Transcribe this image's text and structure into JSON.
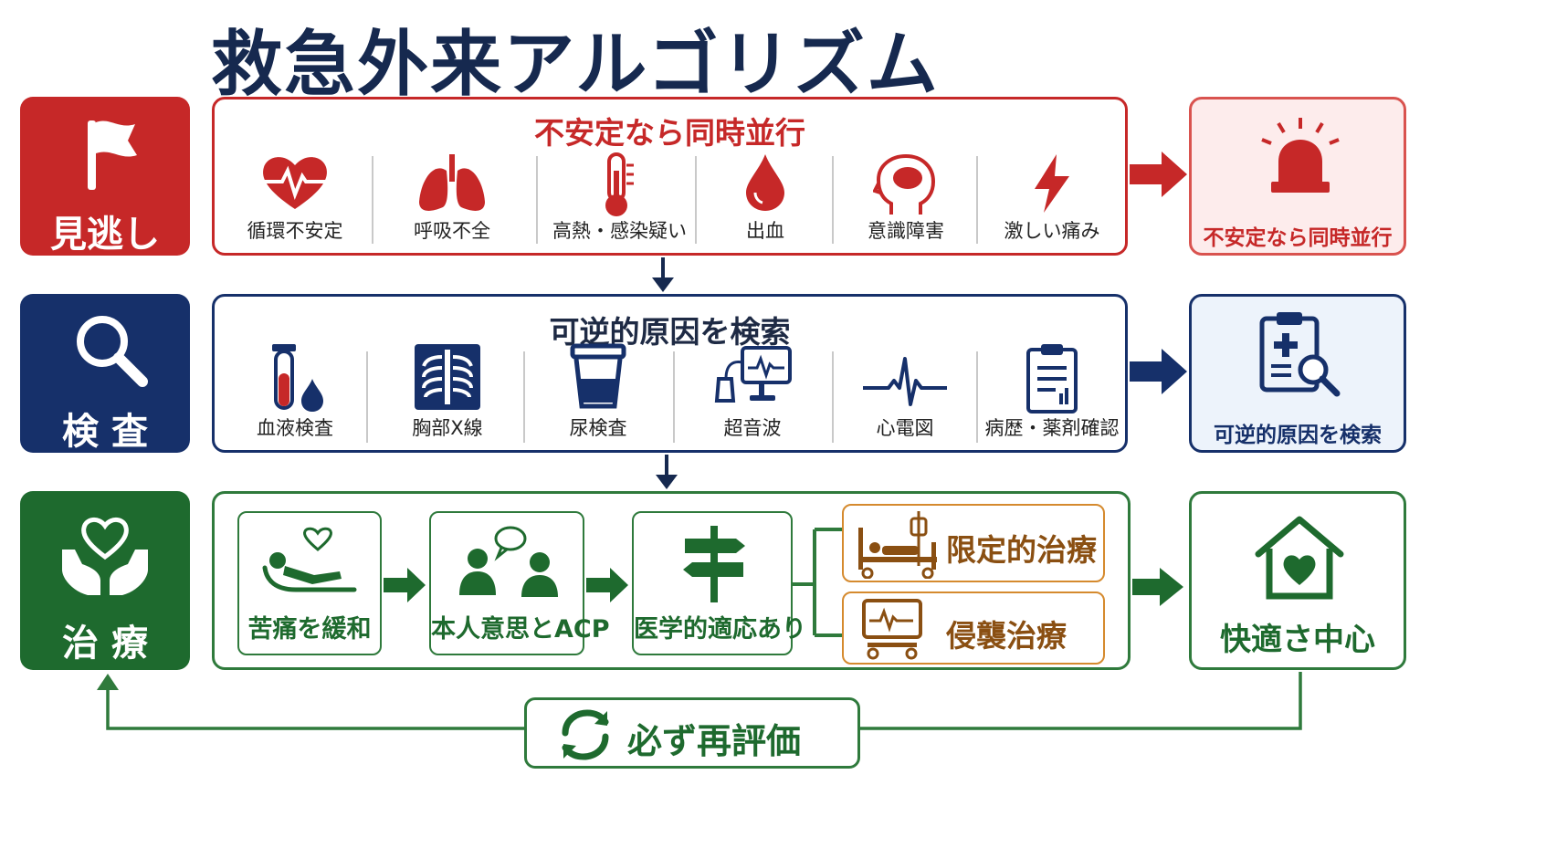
{
  "title": "救急外来アルゴリズム",
  "colors": {
    "red": "#c62828",
    "navy": "#16306a",
    "green": "#1e6a2e",
    "orange": "#d58a2e",
    "brown": "#8a4f12"
  },
  "rows": {
    "miss": {
      "badge": "見逃し",
      "panel_title": "不安定なら同時並行",
      "items": [
        {
          "label": "循環不安定",
          "icon": "heart-ecg-icon"
        },
        {
          "label": "呼吸不全",
          "icon": "lungs-icon"
        },
        {
          "label": "高熱・感染疑い",
          "icon": "thermometer-icon"
        },
        {
          "label": "出血",
          "icon": "blood-drop-icon"
        },
        {
          "label": "意識障害",
          "icon": "head-brain-icon"
        },
        {
          "label": "激しい痛み",
          "icon": "lightning-icon"
        }
      ],
      "result": "不安定なら同時並行"
    },
    "exam": {
      "badge": "検 査",
      "panel_title": "可逆的原因を検索",
      "items": [
        {
          "label": "血液検査",
          "icon": "test-tube-icon"
        },
        {
          "label": "胸部X線",
          "icon": "chest-xray-icon"
        },
        {
          "label": "尿検査",
          "icon": "urine-cup-icon"
        },
        {
          "label": "超音波",
          "icon": "ultrasound-icon"
        },
        {
          "label": "心電図",
          "icon": "ecg-wave-icon"
        },
        {
          "label": "病歴・薬剤確認",
          "icon": "clipboard-icon"
        }
      ],
      "result": "可逆的原因を検索"
    },
    "treat": {
      "badge": "治 療",
      "steps": [
        "苦痛を緩和",
        "本人意思とACP",
        "医学的適応あり"
      ],
      "options": [
        "限定的治療",
        "侵襲治療"
      ],
      "result": "快適さ中心"
    }
  },
  "reassess": "必ず再評価"
}
